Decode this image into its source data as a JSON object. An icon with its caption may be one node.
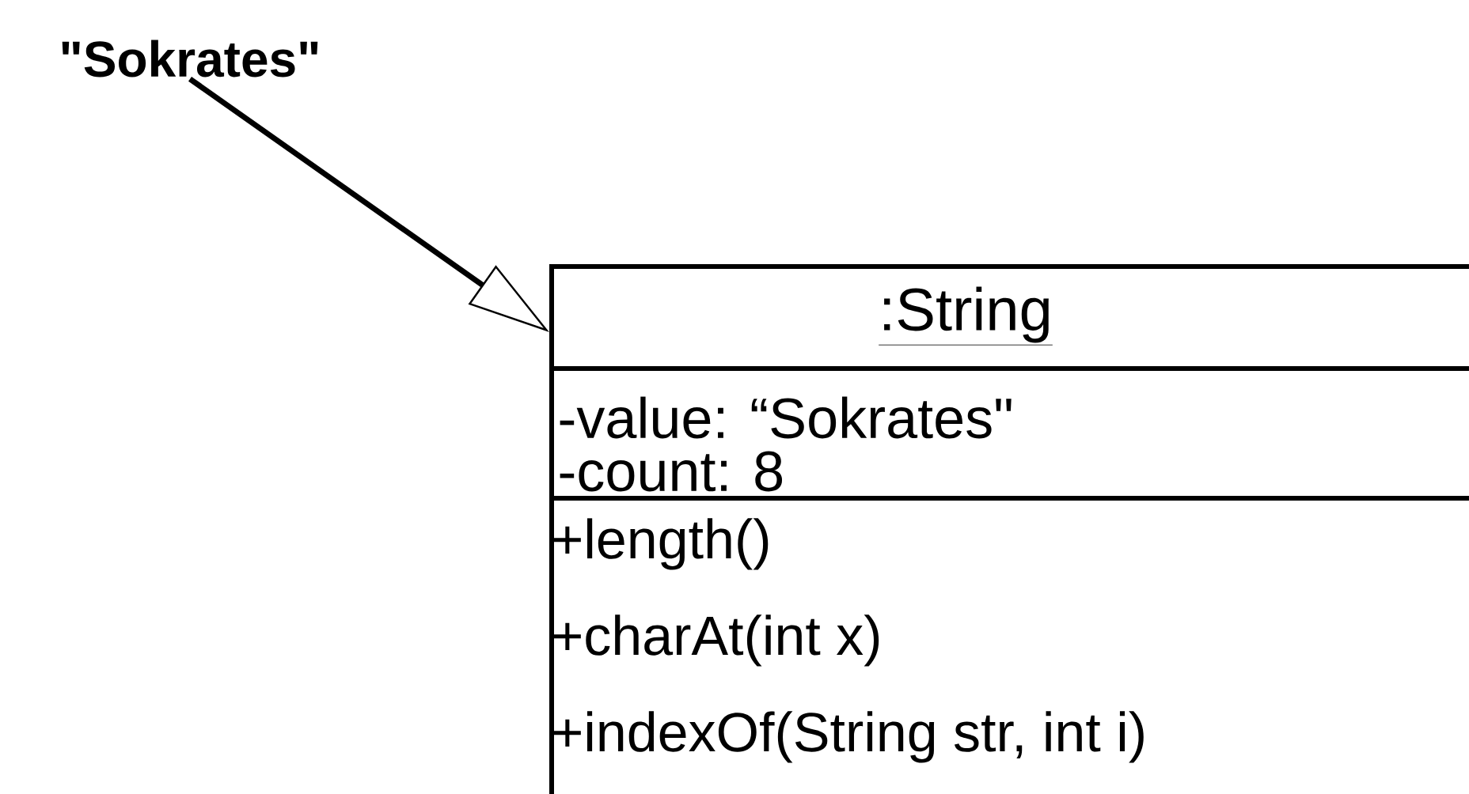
{
  "diagram": {
    "nodes": [
      {
        "text": [
          "\"Sokrates\""
        ]
      },
      {
        "text": [
          ":String",
          "-value: “Sokrates\"",
          "-count: 8",
          "+length()",
          "+charAt(int x)",
          "+indexOf(String str, int i)"
        ]
      }
    ],
    "edges": [
      {
        "from": 0,
        "to": 1,
        "arrow": "to"
      }
    ]
  }
}
